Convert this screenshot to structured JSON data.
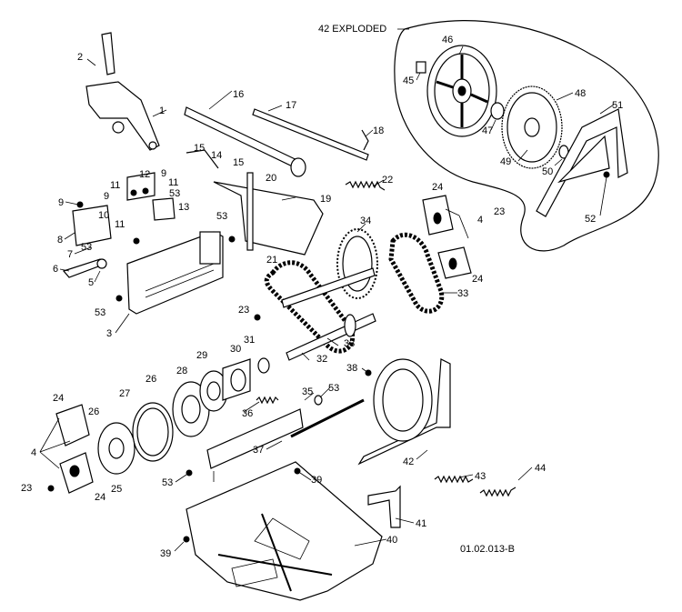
{
  "diagram": {
    "reference_code": "01.02.013-B",
    "exploded_label": "42 EXPLODED",
    "callouts": [
      {
        "id": "c1",
        "label": "1"
      },
      {
        "id": "c2",
        "label": "2"
      },
      {
        "id": "c3",
        "label": "3"
      },
      {
        "id": "c4a",
        "label": "4"
      },
      {
        "id": "c4b",
        "label": "4"
      },
      {
        "id": "c5",
        "label": "5"
      },
      {
        "id": "c6",
        "label": "6"
      },
      {
        "id": "c7",
        "label": "7"
      },
      {
        "id": "c8",
        "label": "8"
      },
      {
        "id": "c9a",
        "label": "9"
      },
      {
        "id": "c9b",
        "label": "9"
      },
      {
        "id": "c9c",
        "label": "9"
      },
      {
        "id": "c10",
        "label": "10"
      },
      {
        "id": "c11a",
        "label": "11"
      },
      {
        "id": "c11b",
        "label": "11"
      },
      {
        "id": "c11c",
        "label": "11"
      },
      {
        "id": "c12",
        "label": "12"
      },
      {
        "id": "c13",
        "label": "13"
      },
      {
        "id": "c14",
        "label": "14"
      },
      {
        "id": "c15a",
        "label": "15"
      },
      {
        "id": "c15b",
        "label": "15"
      },
      {
        "id": "c16",
        "label": "16"
      },
      {
        "id": "c17",
        "label": "17"
      },
      {
        "id": "c18",
        "label": "18"
      },
      {
        "id": "c19",
        "label": "19"
      },
      {
        "id": "c20",
        "label": "20"
      },
      {
        "id": "c21",
        "label": "21"
      },
      {
        "id": "c22",
        "label": "22"
      },
      {
        "id": "c23a",
        "label": "23"
      },
      {
        "id": "c23b",
        "label": "23"
      },
      {
        "id": "c23c",
        "label": "23"
      },
      {
        "id": "c24a",
        "label": "24"
      },
      {
        "id": "c24b",
        "label": "24"
      },
      {
        "id": "c24c",
        "label": "24"
      },
      {
        "id": "c24d",
        "label": "24"
      },
      {
        "id": "c25",
        "label": "25"
      },
      {
        "id": "c26a",
        "label": "26"
      },
      {
        "id": "c26b",
        "label": "26"
      },
      {
        "id": "c27",
        "label": "27"
      },
      {
        "id": "c28",
        "label": "28"
      },
      {
        "id": "c29",
        "label": "29"
      },
      {
        "id": "c30",
        "label": "30"
      },
      {
        "id": "c31",
        "label": "31"
      },
      {
        "id": "c32",
        "label": "32"
      },
      {
        "id": "c33a",
        "label": "33"
      },
      {
        "id": "c33b",
        "label": "33"
      },
      {
        "id": "c34",
        "label": "34"
      },
      {
        "id": "c35",
        "label": "35"
      },
      {
        "id": "c36",
        "label": "36"
      },
      {
        "id": "c37",
        "label": "37"
      },
      {
        "id": "c38",
        "label": "38"
      },
      {
        "id": "c39a",
        "label": "39"
      },
      {
        "id": "c39b",
        "label": "39"
      },
      {
        "id": "c40",
        "label": "40"
      },
      {
        "id": "c41",
        "label": "41"
      },
      {
        "id": "c42",
        "label": "42"
      },
      {
        "id": "c43",
        "label": "43"
      },
      {
        "id": "c44",
        "label": "44"
      },
      {
        "id": "c45",
        "label": "45"
      },
      {
        "id": "c46",
        "label": "46"
      },
      {
        "id": "c47",
        "label": "47"
      },
      {
        "id": "c48",
        "label": "48"
      },
      {
        "id": "c49",
        "label": "49"
      },
      {
        "id": "c50",
        "label": "50"
      },
      {
        "id": "c51",
        "label": "51"
      },
      {
        "id": "c52",
        "label": "52"
      },
      {
        "id": "c53a",
        "label": "53"
      },
      {
        "id": "c53b",
        "label": "53"
      },
      {
        "id": "c53c",
        "label": "53"
      },
      {
        "id": "c53d",
        "label": "53"
      },
      {
        "id": "c53e",
        "label": "53"
      },
      {
        "id": "c53f",
        "label": "53"
      }
    ]
  }
}
